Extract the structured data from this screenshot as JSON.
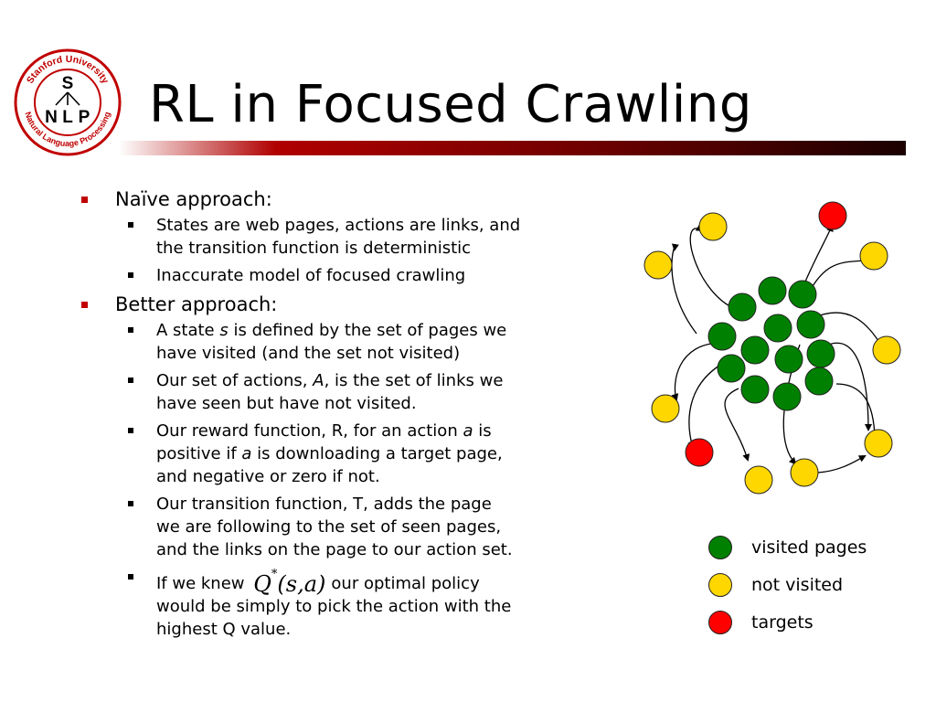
{
  "slide": {
    "title": "RL in Focused Crawling",
    "logo": {
      "ring_text": "Stanford University • Natural Language Processing",
      "letters": [
        "S",
        "N",
        "L",
        "P"
      ],
      "color": "#c00000"
    },
    "bullets": [
      {
        "text": "Naïve approach:",
        "sub": [
          {
            "lines": [
              "States are web pages, actions are links, and",
              "the transition function is deterministic"
            ]
          },
          {
            "lines": [
              "Inaccurate model of focused crawling"
            ]
          }
        ]
      },
      {
        "text": "Better approach:",
        "sub": [
          {
            "lines": [
              "A state ",
              "s",
              " is defined by the set of pages we",
              "have visited (and the set not visited)"
            ]
          },
          {
            "lines": [
              "Our set of actions, ",
              "A",
              ", is the set of links we",
              "have seen but have not visited."
            ]
          },
          {
            "lines": [
              "Our reward function, R, for an action ",
              "a",
              " is",
              "positive if ",
              "a",
              " is downloading a target page,",
              "and negative or zero if not."
            ]
          },
          {
            "lines": [
              "Our transition function, T, adds the page",
              "we are following to the set of seen pages,",
              "and the links on the page to our action set."
            ]
          },
          {
            "lines": [
              "If we knew ",
              "our optimal policy",
              "would be simply to pick the action with the",
              "highest Q value."
            ],
            "formula": {
              "base": "Q",
              "sup": "*",
              "args": "(s,a)"
            }
          }
        ]
      }
    ],
    "legend": [
      {
        "label": "visited pages",
        "color": "#008000"
      },
      {
        "label": "not visited",
        "color": "#ffd700"
      },
      {
        "label": "targets",
        "color": "#ff0000"
      }
    ],
    "colors": {
      "accent": "#c00000",
      "visited": "#008000",
      "not_visited": "#ffd700",
      "target": "#ff0000"
    }
  }
}
